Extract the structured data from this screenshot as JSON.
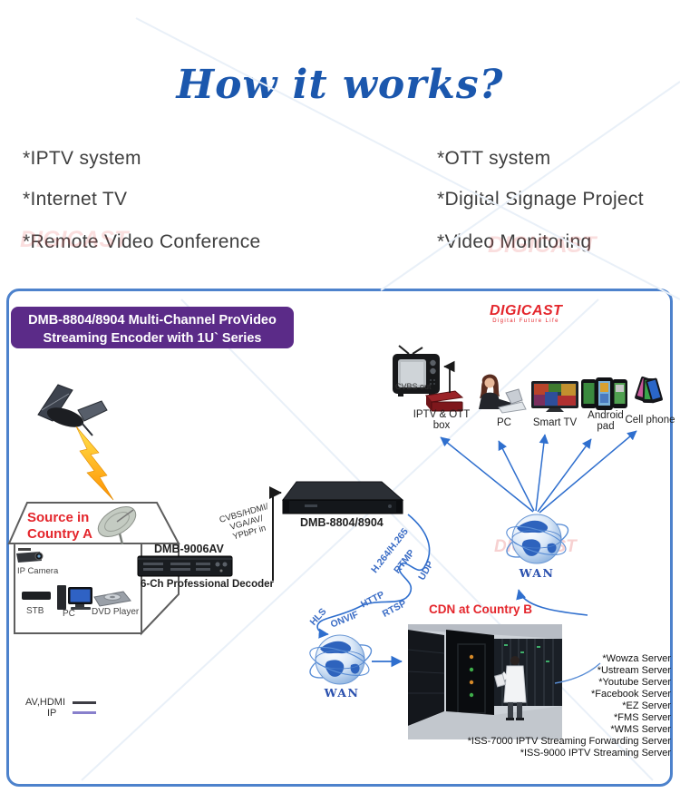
{
  "title": "How it works?",
  "features": {
    "left": [
      "*IPTV system",
      "*Internet TV",
      "*Remote Video Conference"
    ],
    "right": [
      "*OTT system",
      "*Digital Signage Project",
      "*Video Monitoring"
    ]
  },
  "watermark": "DIGICAST",
  "diagram": {
    "banner": {
      "line1": "DMB-8804/8904 Multi-Channel ProVideo",
      "line2": "Streaming Encoder with 1U` Series"
    },
    "logo": {
      "name": "DIGICAST",
      "tagline": "Digital Future Life"
    },
    "source_house": {
      "title_line1": "Source in",
      "title_line2": "Country A",
      "ip_camera": "IP Camera",
      "stb": "STB",
      "pc": "PC",
      "dvd": "DVD Player"
    },
    "decoder": {
      "model": "DMB-9006AV",
      "caption": "6-Ch Professional Decoder"
    },
    "input_label": {
      "line1": "CVBS/HDMI/",
      "line2": "VGA/AV/",
      "line3": "YPbPr in"
    },
    "encoder": {
      "model": "DMB-8804/8904"
    },
    "protocols": {
      "codec": "H.264/H.265",
      "rtmp": "RTMP",
      "udp": "UDP",
      "http": "HTTP",
      "rtsp": "RTSP",
      "onvif": "ONVIF",
      "hls": "HLS"
    },
    "wan_left": "WAN",
    "wan_right": "WAN",
    "outputs": {
      "cvbs_out": "CVBS out",
      "iptv_box_line1": "IPTV & OTT",
      "iptv_box_line2": "box",
      "pc": "PC",
      "smart_tv": "Smart TV",
      "android_line1": "Android",
      "android_line2": "pad",
      "cell_phone": "Cell phone"
    },
    "cdn": {
      "title": "CDN at Country B",
      "servers": [
        "*Wowza Server",
        "*Ustream Server",
        "*Youtube Server",
        "*Facebook Server",
        "*EZ Server",
        "*FMS Server",
        "*WMS Server",
        "*ISS-7000 IPTV Streaming Forwarding Server",
        "*ISS-9000 IPTV Streaming Server"
      ]
    },
    "legend": {
      "av": "AV,HDMI",
      "ip": "IP"
    }
  },
  "colors": {
    "title_blue": "#1b57ad",
    "banner_bg": "#5b2b88",
    "accent_red": "#e4262c",
    "diagram_border": "#4d82cc",
    "protocol_blue": "#3a6cc5",
    "legend_av_line": "#3d3d44",
    "legend_ip_line": "#8880cc"
  }
}
